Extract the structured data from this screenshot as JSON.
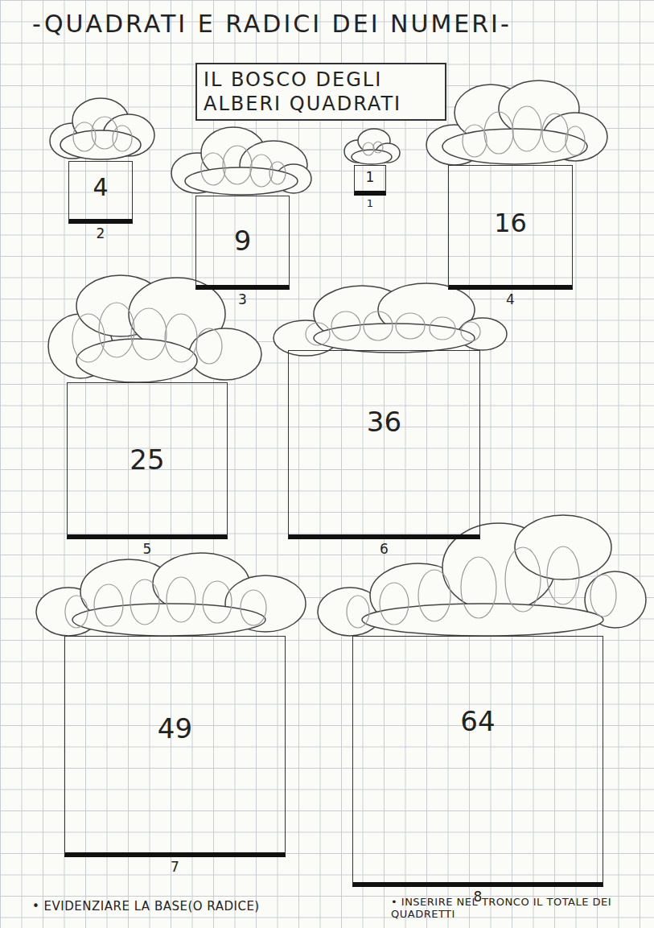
{
  "diagram": {
    "title": "-QUADRATI E RADICI DEI NUMERI-",
    "nodes": [
      {
        "text": [
          "IL BOSCO DEGLI ALBERI QUADRATI"
        ]
      },
      {
        "text": [
          "4",
          "2"
        ]
      },
      {
        "text": [
          "9",
          "3"
        ]
      },
      {
        "text": [
          "1",
          "1"
        ]
      },
      {
        "text": [
          "16",
          "4"
        ]
      },
      {
        "text": [
          "25",
          "5"
        ]
      },
      {
        "text": [
          "36",
          "6"
        ]
      },
      {
        "text": [
          "49",
          "7"
        ]
      },
      {
        "text": [
          "64",
          "8"
        ]
      }
    ],
    "labels": [
      "• EVIDENZIARE LA BASE(O RADICE)",
      "• INSERIRE NEL TRONCO IL TOTALE DEI QUADRETTI"
    ]
  }
}
